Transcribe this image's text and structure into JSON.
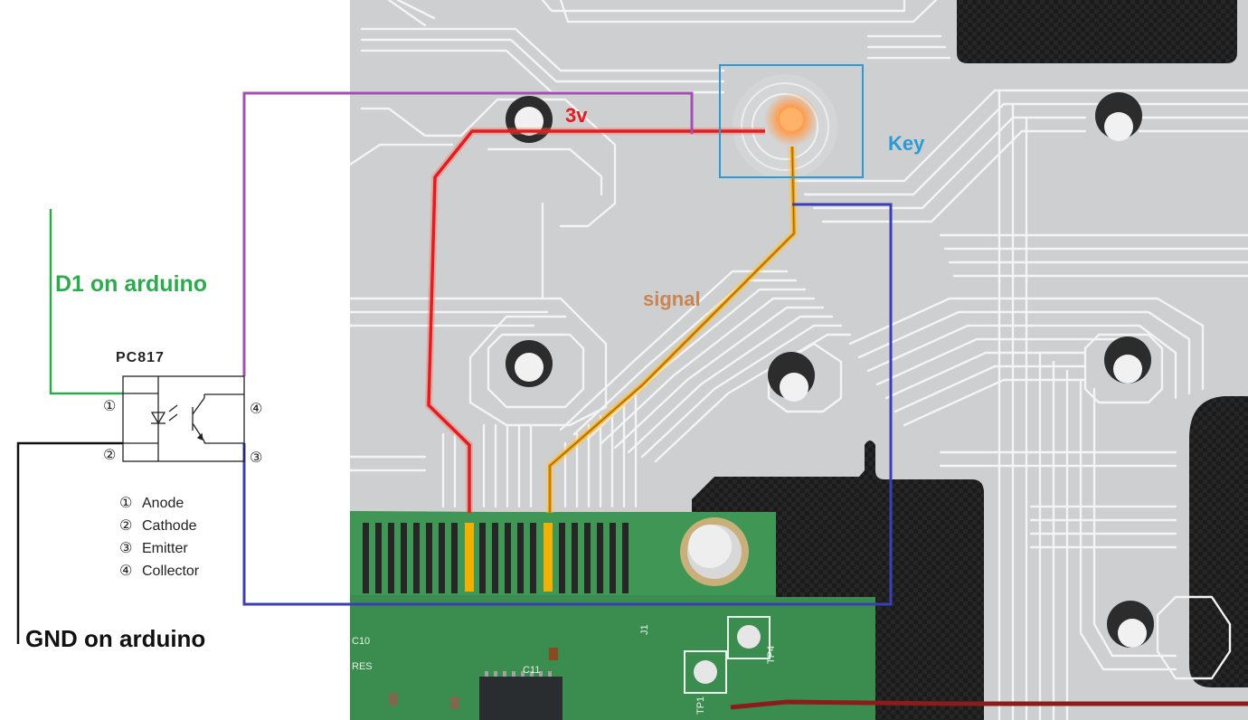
{
  "labels": {
    "d1": "D1 on arduino",
    "gnd": "GND on arduino",
    "chip": "PC817",
    "v3": "3v",
    "key": "Key",
    "signal": "signal"
  },
  "pins": {
    "p1": "①",
    "p2": "②",
    "p3": "③",
    "p4": "④"
  },
  "legend": [
    {
      "num": "①",
      "name": "Anode"
    },
    {
      "num": "②",
      "name": "Cathode"
    },
    {
      "num": "③",
      "name": "Emitter"
    },
    {
      "num": "④",
      "name": "Collector"
    }
  ],
  "pcb_text": {
    "j1": "J1",
    "tp4": "TP4",
    "tp1": "TP1",
    "c11": "C11",
    "c10": "C10",
    "res": "RES"
  },
  "colors": {
    "d1_wire": "#2eaa4e",
    "purple_wire": "#a34fb3",
    "blue_wire": "#3b3fb5",
    "red_trace": "#e31b23",
    "signal_trace": "#f2a100",
    "key_box": "#2a9bd4",
    "gnd_wire": "#111111",
    "membrane": "#c9cbcc",
    "pcb": "#3a8d4f"
  }
}
